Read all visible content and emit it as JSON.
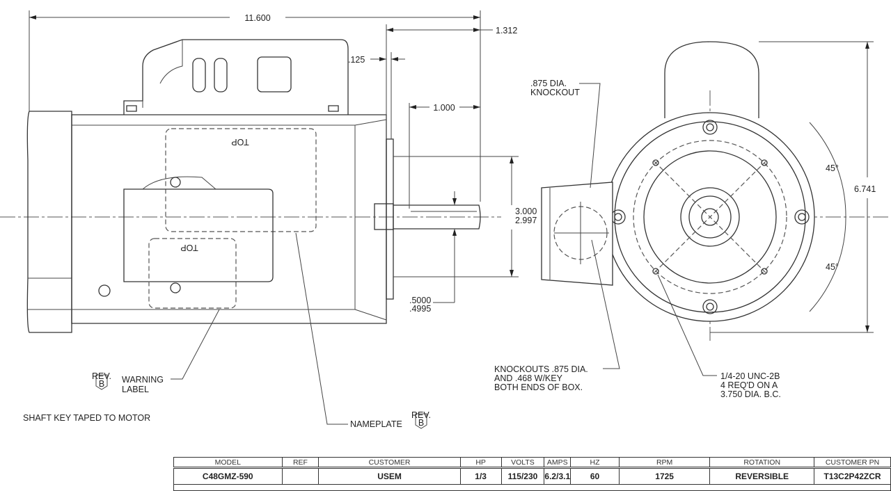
{
  "dimensions": {
    "overall_length": "11.600",
    "shaft_extension": "1.312",
    "shoulder": ".125",
    "key_length": "1.000",
    "pilot_dia_max": "3.000",
    "pilot_dia_min": "2.997",
    "shaft_dia_max": ".5000",
    "shaft_dia_min": ".4995",
    "height": "6.741",
    "angle_top": "45°",
    "angle_bottom": "45°"
  },
  "labels": {
    "top_box": "TOP",
    "top_box_small": "TOP",
    "knockout_line1": ".875 DIA.",
    "knockout_line2": "KNOCKOUT",
    "knockouts_line1": "KNOCKOUTS .875 DIA.",
    "knockouts_line2": "AND .468 W/KEY",
    "knockouts_line3": "BOTH ENDS OF BOX.",
    "bolt_line1": "1/4-20 UNC-2B",
    "bolt_line2": "4 REQ'D ON A",
    "bolt_line3": "3.750 DIA. B.C.",
    "warning_line1": "WARNING",
    "warning_line2": "LABEL",
    "shaft_key": "SHAFT KEY TAPED TO MOTOR",
    "nameplate": "NAMEPLATE",
    "rev_tag": "REV.",
    "rev_letter": "B"
  },
  "spec_table": {
    "headers": [
      "MODEL",
      "REF",
      "CUSTOMER",
      "HP",
      "VOLTS",
      "AMPS",
      "HZ",
      "RPM",
      "ROTATION",
      "CUSTOMER PN"
    ],
    "values": [
      "C48GMZ-590",
      "",
      "USEM",
      "1/3",
      "115/230",
      "6.2/3.1",
      "60",
      "1725",
      "REVERSIBLE",
      "T13C2P42ZCR"
    ]
  }
}
